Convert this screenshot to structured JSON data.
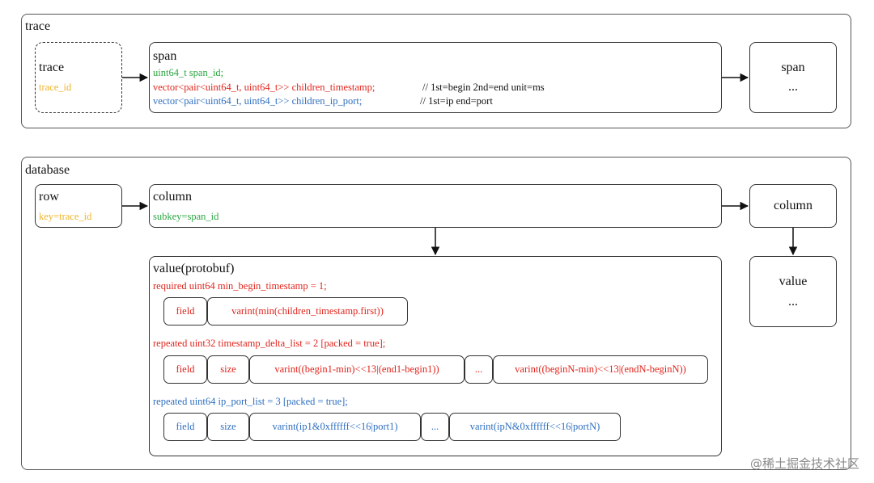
{
  "trace_section": {
    "title": "trace",
    "trace_box": {
      "title": "trace",
      "field": "trace_id"
    },
    "span_box": {
      "title": "span",
      "line1": "uint64_t span_id;",
      "line2_code": "vector<pair<uint64_t, uint64_t>> children_timestamp;",
      "line2_comment": "// 1st=begin 2nd=end unit=ms",
      "line3_code": "vector<pair<uint64_t, uint64_t>> children_ip_port;",
      "line3_comment": "// 1st=ip end=port"
    },
    "span_next": {
      "title": "span",
      "ellipsis": "..."
    }
  },
  "database_section": {
    "title": "database",
    "row_box": {
      "title": "row",
      "field": "key=trace_id"
    },
    "column_box": {
      "title": "column",
      "field": "subkey=span_id"
    },
    "column_next": {
      "title": "column"
    },
    "value_next": {
      "title": "value",
      "ellipsis": "..."
    },
    "value_box": {
      "title": "value(protobuf)",
      "f1_decl": "required uint64 min_begin_timestamp = 1;",
      "f1_cells": [
        "field",
        "varint(min(children_timestamp.first))"
      ],
      "f2_decl": "repeated uint32 timestamp_delta_list = 2 [packed = true];",
      "f2_cells": [
        "field",
        "size",
        "varint((begin1-min)<<13|(end1-begin1))",
        "...",
        "varint((beginN-min)<<13|(endN-beginN))"
      ],
      "f3_decl": "repeated uint64 ip_port_list = 3 [packed = true];",
      "f3_cells": [
        "field",
        "size",
        "varint(ip1&0xffffff<<16|port1)",
        "...",
        "varint(ipN&0xffffff<<16|portN)"
      ]
    }
  },
  "watermark": "@稀土掘金技术社区",
  "colors": {
    "red": "#e0241c",
    "green": "#2aa640",
    "blue": "#2f6fbf",
    "orange": "#f0b428"
  }
}
